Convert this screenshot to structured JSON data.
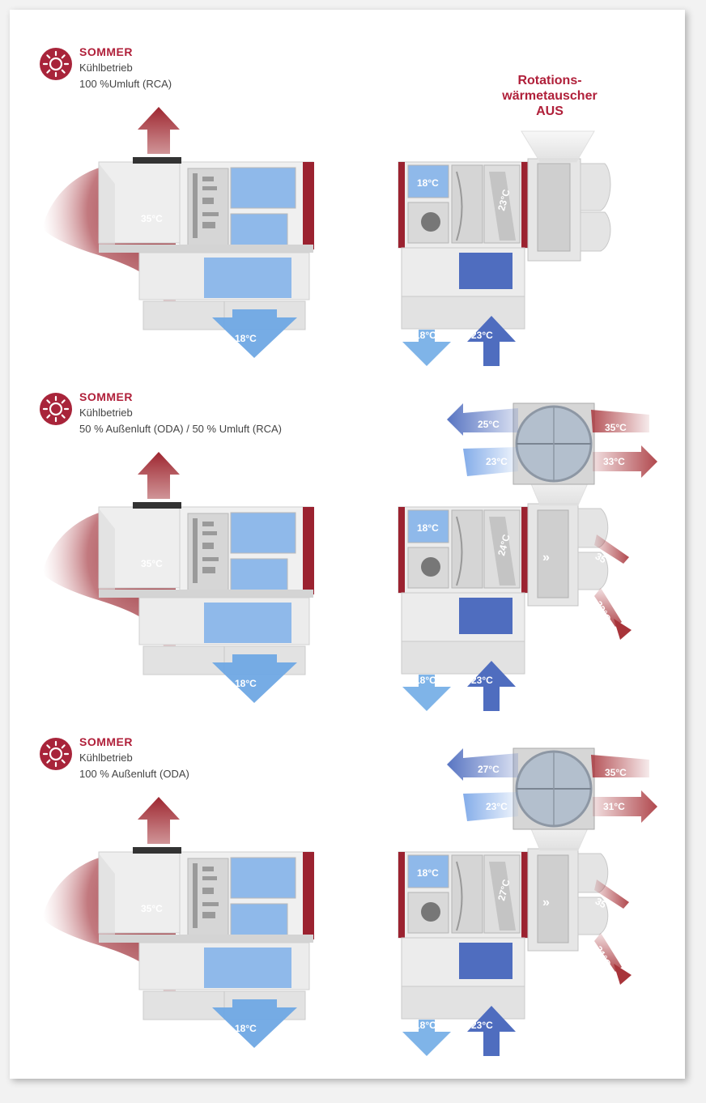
{
  "colors": {
    "accent": "#b0203a",
    "supply_air": "#7db3e8",
    "return_air": "#4f6dbf",
    "warm_air": "#a8343a",
    "housing": "#e6e6e6"
  },
  "icons": [
    "sun-icon"
  ],
  "rotor_label": {
    "line1": "Rotations-",
    "line2": "wärmetauscher",
    "line3": "AUS"
  },
  "sections": [
    {
      "season": "SOMMER",
      "mode": "Kühlbetrieb",
      "info": "100 %Umluft (RCA)",
      "left_unit": {
        "exhaust_temp": "35°C",
        "supply_temp": "18°C"
      },
      "right_unit": {
        "inner_supply": "18°C",
        "wheel_temp": "23°C",
        "supply_out": "18°C",
        "return_in": "23°C"
      }
    },
    {
      "season": "SOMMER",
      "mode": "Kühlbetrieb",
      "info": "50 % Außenluft (ODA) / 50 % Umluft (RCA)",
      "left_unit": {
        "exhaust_temp": "35°C",
        "supply_temp": "18°C"
      },
      "right_unit": {
        "inner_supply": "18°C",
        "wheel_temp": "24°C",
        "supply_out": "18°C",
        "return_in": "23°C",
        "side_temp_1": "35°C",
        "side_temp_2": "33°C"
      },
      "wheel": {
        "out_left": "25°C",
        "in_left": "23°C",
        "in_right": "35°C",
        "out_right": "33°C"
      }
    },
    {
      "season": "SOMMER",
      "mode": "Kühlbetrieb",
      "info": "100 % Außenluft (ODA)",
      "left_unit": {
        "exhaust_temp": "35°C",
        "supply_temp": "18°C"
      },
      "right_unit": {
        "inner_supply": "18°C",
        "wheel_temp": "27°C",
        "supply_out": "18°C",
        "return_in": "23°C",
        "side_temp_1": "35°C",
        "side_temp_2": "31°C"
      },
      "wheel": {
        "out_left": "27°C",
        "in_left": "23°C",
        "in_right": "35°C",
        "out_right": "31°C"
      }
    }
  ]
}
